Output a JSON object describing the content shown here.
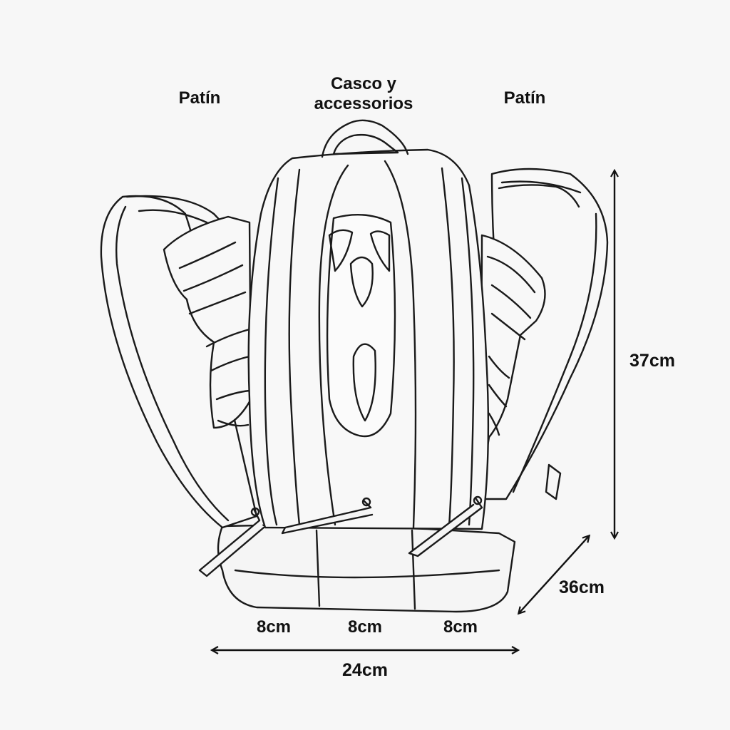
{
  "compartments": {
    "left": "Patín",
    "center_line1": "Casco y",
    "center_line2": "accessorios",
    "right": "Patín"
  },
  "dimensions": {
    "height": "37cm",
    "depth": "36cm",
    "width_total": "24cm",
    "section_left": "8cm",
    "section_center": "8cm",
    "section_right": "8cm"
  }
}
